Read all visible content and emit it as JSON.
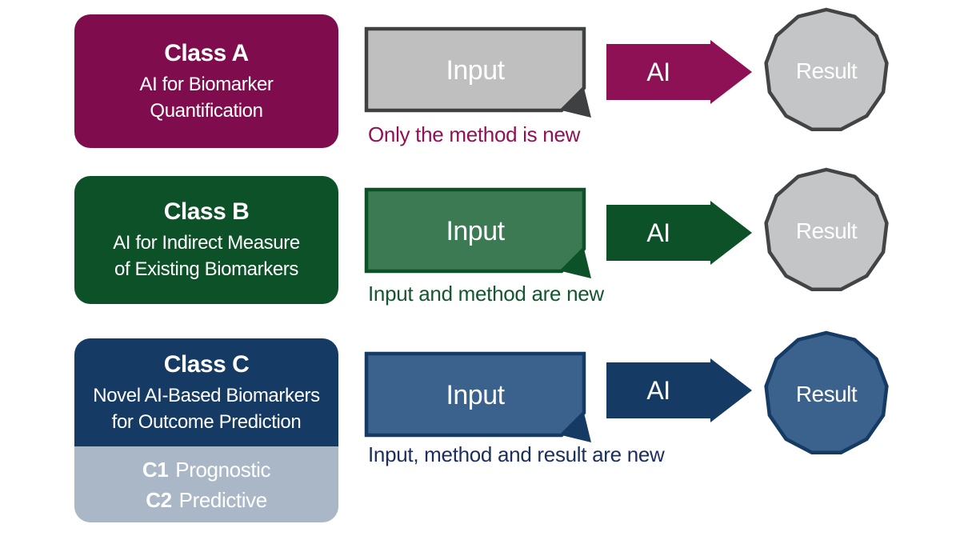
{
  "diagram": {
    "background": "#ffffff",
    "rows": [
      {
        "class_title": "Class A",
        "class_lines": [
          "AI for Biomarker",
          "Quantification"
        ],
        "input_label": "Input",
        "ai_label": "AI",
        "result_label": "Result",
        "caption": "Only the method is new",
        "colors": {
          "class_fill": "#7F0D4E",
          "input_fill": "#BFBFC0",
          "input_border": "#3E4041",
          "arrow_fill": "#8E1055",
          "result_fill": "#C4C5C6",
          "result_border": "#424445",
          "caption": "#8E1254"
        }
      },
      {
        "class_title": "Class B",
        "class_lines": [
          "AI for Indirect Measure",
          "of Existing Biomarkers"
        ],
        "input_label": "Input",
        "ai_label": "AI",
        "result_label": "Result",
        "caption": "Input and method are new",
        "colors": {
          "class_fill": "#0C5127",
          "input_fill": "#3B7A52",
          "input_border": "#0C5127",
          "arrow_fill": "#0C5127",
          "result_fill": "#C4C5C6",
          "result_border": "#424445",
          "caption": "#14562F"
        }
      },
      {
        "class_title": "Class C",
        "class_lines": [
          "Novel AI-Based Biomarkers",
          "for Outcome Prediction"
        ],
        "sub_fill": "#A9B7C7",
        "sub_classes": [
          {
            "code": "C1",
            "label": "Prognostic"
          },
          {
            "code": "C2",
            "label": "Predictive"
          }
        ],
        "input_label": "Input",
        "ai_label": "AI",
        "result_label": "Result",
        "caption": "Input, method and result are new",
        "colors": {
          "class_fill": "#153A63",
          "input_fill": "#3A628C",
          "input_border": "#153A63",
          "arrow_fill": "#153A63",
          "result_fill": "#3A628C",
          "result_border": "#153A63",
          "caption": "#1C2E5C"
        }
      }
    ]
  }
}
